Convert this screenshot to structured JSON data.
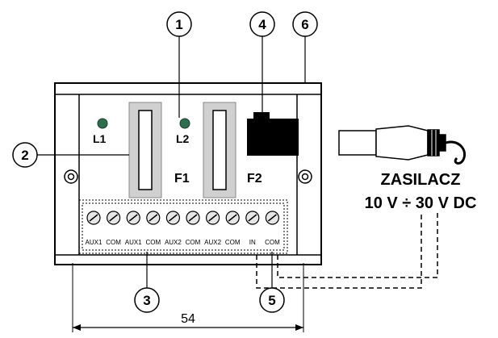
{
  "callouts": [
    "1",
    "2",
    "3",
    "4",
    "5",
    "6"
  ],
  "leds": {
    "l1": "L1",
    "l2": "L2"
  },
  "fuses": {
    "f1": "F1",
    "f2": "F2"
  },
  "terminals": [
    "AUX1",
    "COM",
    "AUX1",
    "COM",
    "AUX2",
    "COM",
    "AUX2",
    "COM",
    "IN",
    "COM"
  ],
  "power_supply": {
    "name": "ZASILACZ",
    "voltage": "10 V ÷ 30 V DC"
  },
  "dimension": "54",
  "colors": {
    "led": "#2e6e4e",
    "fuse_holder": "#d0d0d0",
    "line": "#000000"
  }
}
